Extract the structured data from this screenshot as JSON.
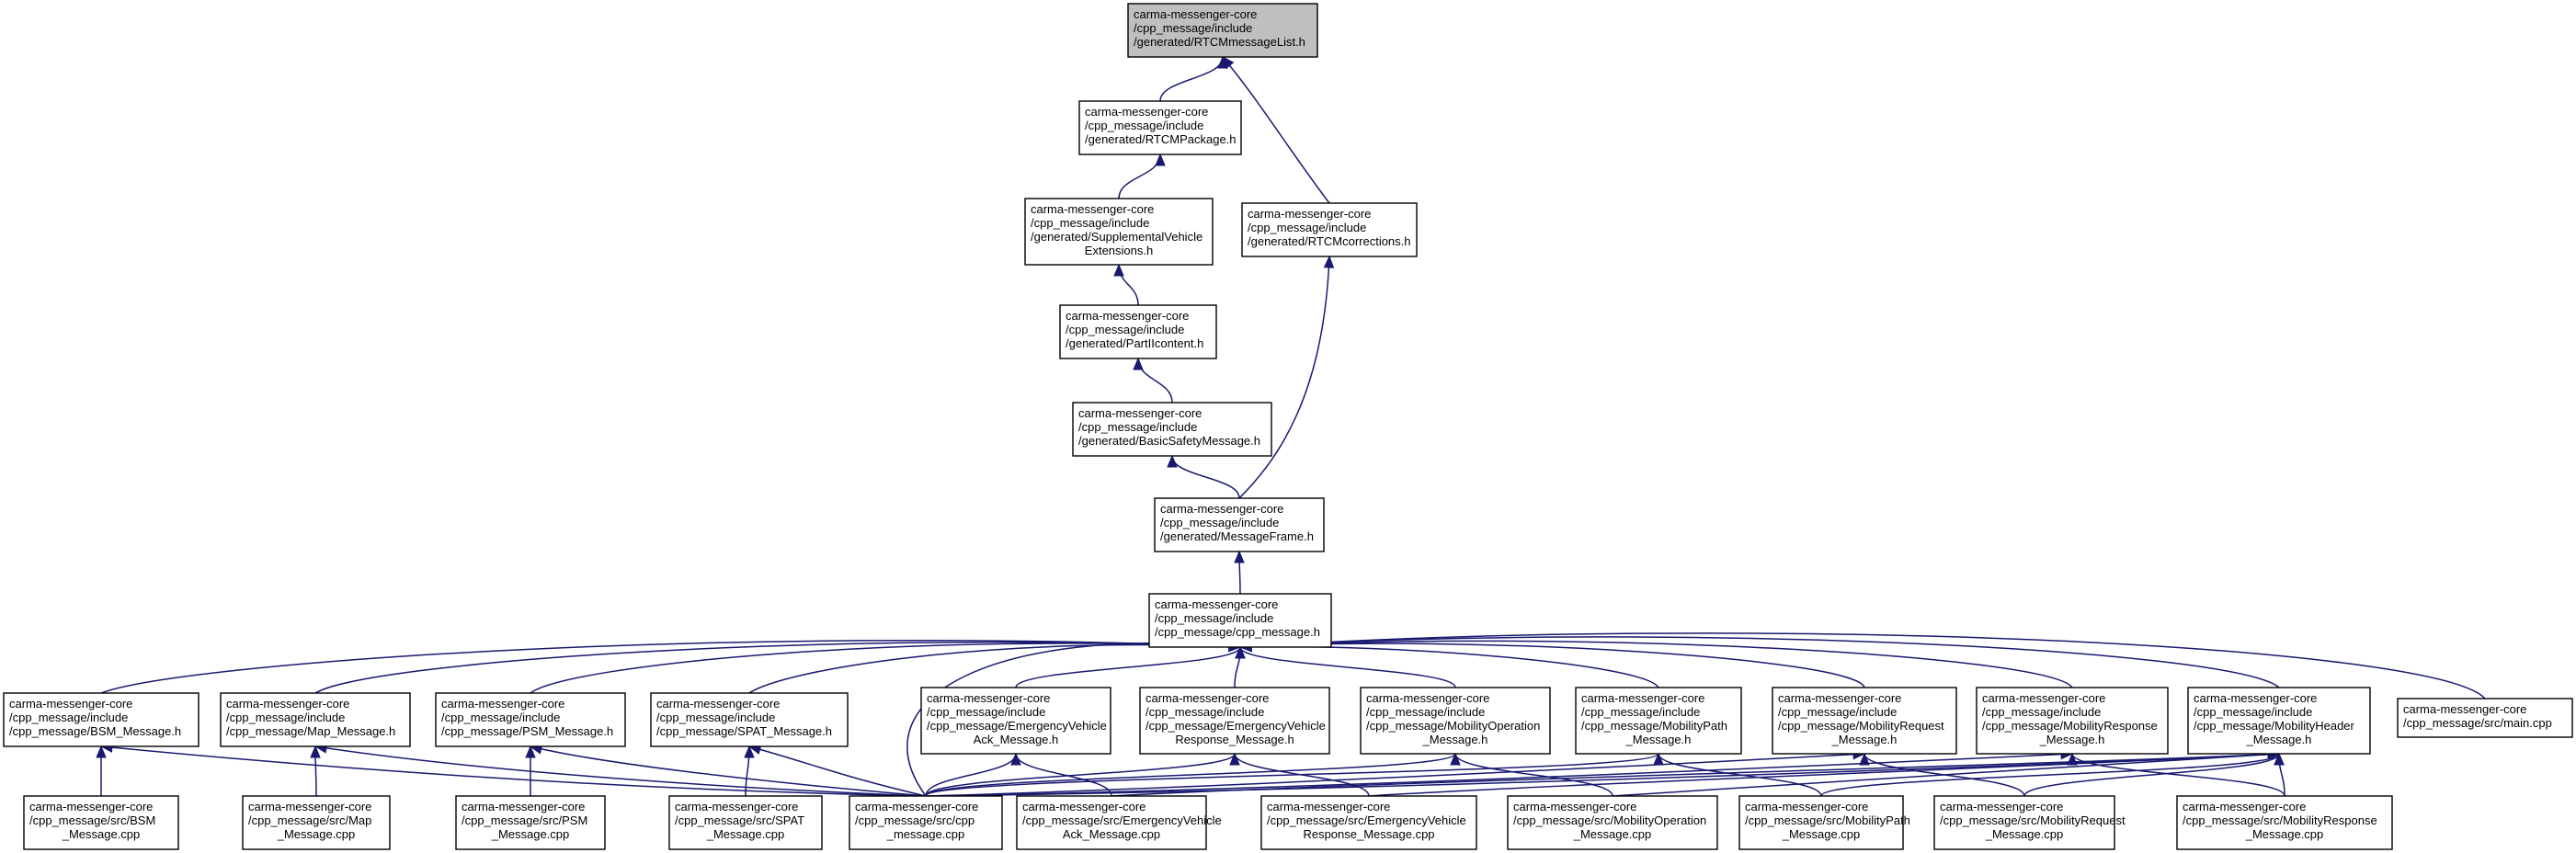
{
  "graph": {
    "nodes": [
      {
        "id": "rtcm_list",
        "lines": [
          "carma-messenger-core",
          "/cpp_message/include",
          "/generated/RTCMmessageList.h"
        ],
        "highlight": true
      },
      {
        "id": "rtcm_package",
        "lines": [
          "carma-messenger-core",
          "/cpp_message/include",
          "/generated/RTCMPackage.h"
        ]
      },
      {
        "id": "rtcm_corrections",
        "lines": [
          "carma-messenger-core",
          "/cpp_message/include",
          "/generated/RTCMcorrections.h"
        ]
      },
      {
        "id": "supp_vehicle_ext",
        "lines": [
          "carma-messenger-core",
          "/cpp_message/include",
          "/generated/SupplementalVehicle",
          "Extensions.h"
        ]
      },
      {
        "id": "partii_content",
        "lines": [
          "carma-messenger-core",
          "/cpp_message/include",
          "/generated/PartIIcontent.h"
        ]
      },
      {
        "id": "basic_safety_message",
        "lines": [
          "carma-messenger-core",
          "/cpp_message/include",
          "/generated/BasicSafetyMessage.h"
        ]
      },
      {
        "id": "message_frame",
        "lines": [
          "carma-messenger-core",
          "/cpp_message/include",
          "/generated/MessageFrame.h"
        ]
      },
      {
        "id": "cpp_message_h",
        "lines": [
          "carma-messenger-core",
          "/cpp_message/include",
          "/cpp_message/cpp_message.h"
        ]
      },
      {
        "id": "bsm_h",
        "lines": [
          "carma-messenger-core",
          "/cpp_message/include",
          "/cpp_message/BSM_Message.h"
        ]
      },
      {
        "id": "map_h",
        "lines": [
          "carma-messenger-core",
          "/cpp_message/include",
          "/cpp_message/Map_Message.h"
        ]
      },
      {
        "id": "psm_h",
        "lines": [
          "carma-messenger-core",
          "/cpp_message/include",
          "/cpp_message/PSM_Message.h"
        ]
      },
      {
        "id": "spat_h",
        "lines": [
          "carma-messenger-core",
          "/cpp_message/include",
          "/cpp_message/SPAT_Message.h"
        ]
      },
      {
        "id": "ev_ack_h",
        "lines": [
          "carma-messenger-core",
          "/cpp_message/include",
          "/cpp_message/EmergencyVehicle",
          "Ack_Message.h"
        ]
      },
      {
        "id": "ev_resp_h",
        "lines": [
          "carma-messenger-core",
          "/cpp_message/include",
          "/cpp_message/EmergencyVehicle",
          "Response_Message.h"
        ]
      },
      {
        "id": "mob_op_h",
        "lines": [
          "carma-messenger-core",
          "/cpp_message/include",
          "/cpp_message/MobilityOperation",
          "_Message.h"
        ]
      },
      {
        "id": "mob_path_h",
        "lines": [
          "carma-messenger-core",
          "/cpp_message/include",
          "/cpp_message/MobilityPath",
          "_Message.h"
        ]
      },
      {
        "id": "mob_req_h",
        "lines": [
          "carma-messenger-core",
          "/cpp_message/include",
          "/cpp_message/MobilityRequest",
          "_Message.h"
        ]
      },
      {
        "id": "mob_resp_h",
        "lines": [
          "carma-messenger-core",
          "/cpp_message/include",
          "/cpp_message/MobilityResponse",
          "_Message.h"
        ]
      },
      {
        "id": "mob_header_h",
        "lines": [
          "carma-messenger-core",
          "/cpp_message/include",
          "/cpp_message/MobilityHeader",
          "_Message.h"
        ]
      },
      {
        "id": "main_cpp",
        "lines": [
          "carma-messenger-core",
          "/cpp_message/src/main.cpp"
        ]
      },
      {
        "id": "bsm_cpp",
        "lines": [
          "carma-messenger-core",
          "/cpp_message/src/BSM",
          "_Message.cpp"
        ]
      },
      {
        "id": "map_cpp",
        "lines": [
          "carma-messenger-core",
          "/cpp_message/src/Map",
          "_Message.cpp"
        ]
      },
      {
        "id": "psm_cpp",
        "lines": [
          "carma-messenger-core",
          "/cpp_message/src/PSM",
          "_Message.cpp"
        ]
      },
      {
        "id": "spat_cpp",
        "lines": [
          "carma-messenger-core",
          "/cpp_message/src/SPAT",
          "_Message.cpp"
        ]
      },
      {
        "id": "cpp_message_cpp",
        "lines": [
          "carma-messenger-core",
          "/cpp_message/src/cpp",
          "_message.cpp"
        ]
      },
      {
        "id": "ev_ack_cpp",
        "lines": [
          "carma-messenger-core",
          "/cpp_message/src/EmergencyVehicle",
          "Ack_Message.cpp"
        ]
      },
      {
        "id": "ev_resp_cpp",
        "lines": [
          "carma-messenger-core",
          "/cpp_message/src/EmergencyVehicle",
          "Response_Message.cpp"
        ]
      },
      {
        "id": "mob_op_cpp",
        "lines": [
          "carma-messenger-core",
          "/cpp_message/src/MobilityOperation",
          "_Message.cpp"
        ]
      },
      {
        "id": "mob_path_cpp",
        "lines": [
          "carma-messenger-core",
          "/cpp_message/src/MobilityPath",
          "_Message.cpp"
        ]
      },
      {
        "id": "mob_req_cpp",
        "lines": [
          "carma-messenger-core",
          "/cpp_message/src/MobilityRequest",
          "_Message.cpp"
        ]
      },
      {
        "id": "mob_resp_cpp",
        "lines": [
          "carma-messenger-core",
          "/cpp_message/src/MobilityResponse",
          "_Message.cpp"
        ]
      }
    ],
    "edges": [
      [
        "rtcm_package",
        "rtcm_list"
      ],
      [
        "rtcm_corrections",
        "rtcm_list"
      ],
      [
        "supp_vehicle_ext",
        "rtcm_package"
      ],
      [
        "message_frame",
        "rtcm_corrections"
      ],
      [
        "partii_content",
        "supp_vehicle_ext"
      ],
      [
        "basic_safety_message",
        "partii_content"
      ],
      [
        "message_frame",
        "basic_safety_message"
      ],
      [
        "cpp_message_h",
        "message_frame"
      ],
      [
        "bsm_h",
        "cpp_message_h"
      ],
      [
        "map_h",
        "cpp_message_h"
      ],
      [
        "psm_h",
        "cpp_message_h"
      ],
      [
        "spat_h",
        "cpp_message_h"
      ],
      [
        "ev_ack_h",
        "cpp_message_h"
      ],
      [
        "ev_resp_h",
        "cpp_message_h"
      ],
      [
        "mob_op_h",
        "cpp_message_h"
      ],
      [
        "mob_path_h",
        "cpp_message_h"
      ],
      [
        "mob_req_h",
        "cpp_message_h"
      ],
      [
        "mob_resp_h",
        "cpp_message_h"
      ],
      [
        "mob_header_h",
        "cpp_message_h"
      ],
      [
        "main_cpp",
        "cpp_message_h"
      ],
      [
        "cpp_message_cpp",
        "cpp_message_h"
      ],
      [
        "bsm_cpp",
        "bsm_h"
      ],
      [
        "cpp_message_cpp",
        "bsm_h"
      ],
      [
        "map_cpp",
        "map_h"
      ],
      [
        "cpp_message_cpp",
        "map_h"
      ],
      [
        "psm_cpp",
        "psm_h"
      ],
      [
        "cpp_message_cpp",
        "psm_h"
      ],
      [
        "spat_cpp",
        "spat_h"
      ],
      [
        "cpp_message_cpp",
        "spat_h"
      ],
      [
        "cpp_message_cpp",
        "ev_ack_h"
      ],
      [
        "ev_ack_cpp",
        "ev_ack_h"
      ],
      [
        "cpp_message_cpp",
        "ev_resp_h"
      ],
      [
        "ev_resp_cpp",
        "ev_resp_h"
      ],
      [
        "cpp_message_cpp",
        "mob_op_h"
      ],
      [
        "mob_op_cpp",
        "mob_op_h"
      ],
      [
        "cpp_message_cpp",
        "mob_path_h"
      ],
      [
        "mob_path_cpp",
        "mob_path_h"
      ],
      [
        "cpp_message_cpp",
        "mob_req_h"
      ],
      [
        "mob_req_cpp",
        "mob_req_h"
      ],
      [
        "cpp_message_cpp",
        "mob_resp_h"
      ],
      [
        "mob_resp_cpp",
        "mob_resp_h"
      ],
      [
        "mob_resp_cpp",
        "mob_header_h"
      ],
      [
        "mob_req_cpp",
        "mob_header_h"
      ],
      [
        "mob_path_cpp",
        "mob_header_h"
      ],
      [
        "mob_op_cpp",
        "mob_header_h"
      ],
      [
        "ev_resp_cpp",
        "mob_header_h"
      ],
      [
        "ev_ack_cpp",
        "mob_header_h"
      ],
      [
        "cpp_message_cpp",
        "mob_header_h"
      ]
    ]
  }
}
